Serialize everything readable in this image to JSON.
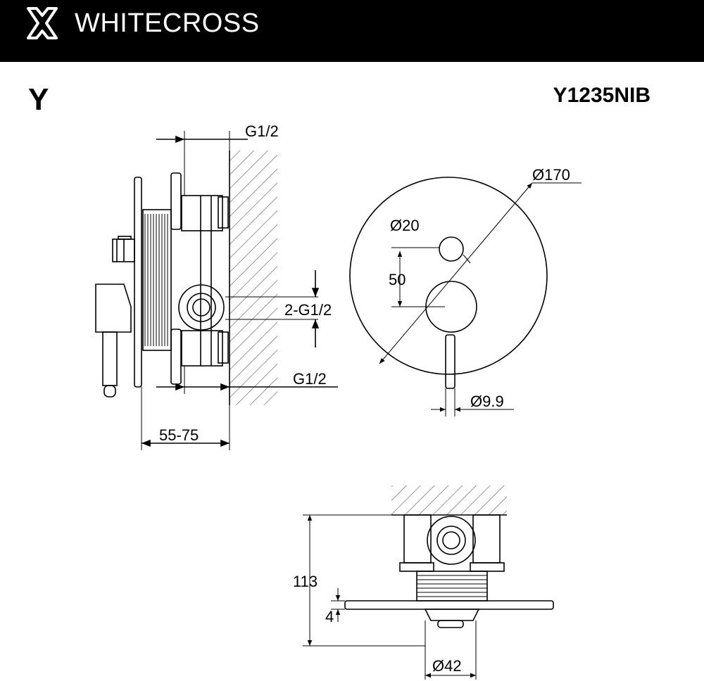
{
  "brand": {
    "name": "WHITECROSS",
    "logo_icon": "cross-logo-icon"
  },
  "series_letter": "Y",
  "model_code": "Y1235NIB",
  "dimensions": {
    "side_top_thread": "G1/2",
    "side_bottom_thread": "G1/2",
    "side_outlets": "2-G1/2",
    "side_depth": "55-75",
    "front_plate_diameter": "Ø170",
    "front_knob_diameter": "Ø20",
    "front_spacing": "50",
    "front_lever_diameter": "Ø9.9",
    "bottom_height": "113",
    "bottom_plate_thickness": "4",
    "bottom_spout_diameter": "Ø42"
  },
  "colors": {
    "header_bg": "#000000",
    "header_text": "#ffffff",
    "line": "#000000",
    "hatch": "#555555"
  }
}
